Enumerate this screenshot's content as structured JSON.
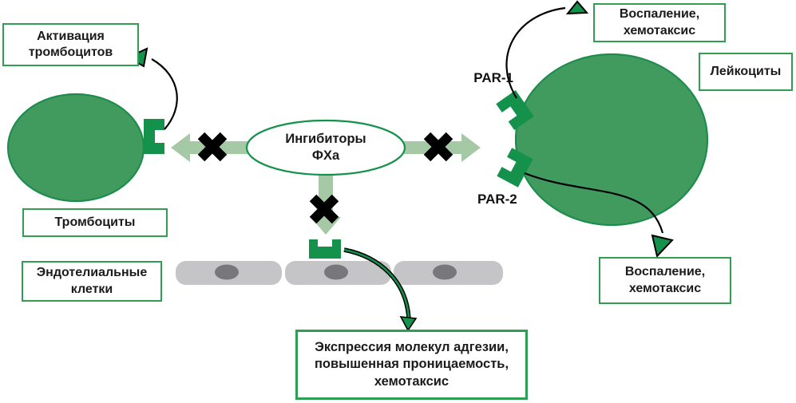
{
  "diagram": {
    "center": {
      "label": "Ингибиторы\nФХа"
    },
    "platelet": {
      "name_label": "Тромбоциты",
      "effect_label": "Активация\nтромбоцитов"
    },
    "leukocyte": {
      "name_label": "Лейкоциты",
      "par1_label": "PAR-1",
      "par2_label": "PAR-2",
      "par1_effect_label": "Воспаление,\nхемотаксис",
      "par2_effect_label": "Воспаление,\nхемотаксис"
    },
    "endothelium": {
      "name_label": "Эндотелиальные\nклетки",
      "effect_label": "Экспрессия молекул адгезии,\nповышенная проницаемость,\nхемотаксис"
    },
    "colors": {
      "accent_green": "#14914b",
      "cell_green_fill": "#419b5f",
      "cell_green_stroke": "#1d8c4c",
      "arrow_light_green": "#a6c9a5",
      "box_border_green": "#2e9e53",
      "endothelium_gray": "#c5c4c7",
      "nucleus_gray": "#78777c",
      "block_x_black": "#000000"
    }
  }
}
